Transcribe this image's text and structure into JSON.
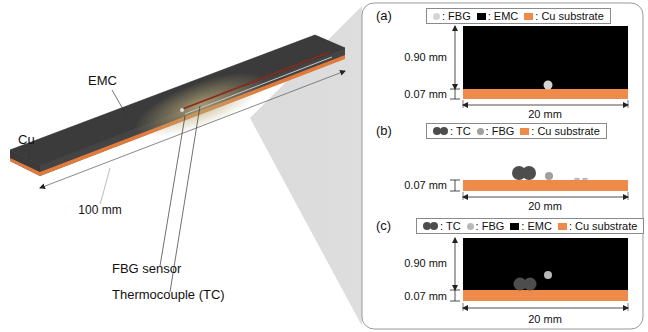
{
  "diagram": {
    "labels": [
      "EMC",
      "Cu",
      "100 mm",
      "FBG sensor",
      "Thermocouple (TC)",
      "(a)",
      "0.90 mm",
      "0.07 mm",
      "20 mm",
      "(b)",
      "0.07 mm",
      "20 mm",
      "(c)",
      "0.90 mm",
      "0.07 mm",
      "20 mm"
    ],
    "legend": [
      {
        "text": ": FBG",
        "color": "#d4d4d4"
      },
      {
        "text": ": EMC",
        "color": "#000000"
      },
      {
        "text": ": Cu substrate",
        "color": "#ee8a4a"
      },
      {
        "text": ": TC",
        "color": "#4d4d4d"
      },
      {
        "text": ": FBG",
        "color": "#a0a0a0"
      },
      {
        "text": ": Cu substrate",
        "color": "#ee8a4a"
      },
      {
        "text": ": TC",
        "color": "#4d4d4d"
      },
      {
        "text": ": FBG",
        "color": "#b8b8b8"
      },
      {
        "text": ": EMC",
        "color": "#000000"
      },
      {
        "text": ": Cu substrate",
        "color": "#ee8a4a"
      }
    ]
  }
}
